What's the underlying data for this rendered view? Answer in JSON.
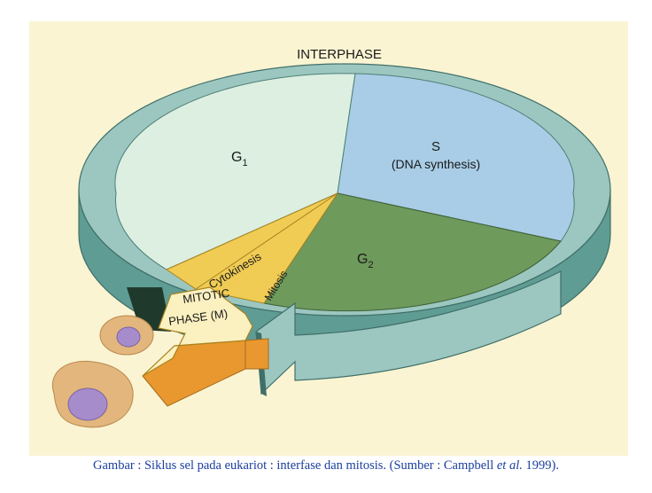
{
  "diagram": {
    "ring_label": "INTERPHASE",
    "phases": {
      "g1": {
        "label": "G",
        "sub": "1"
      },
      "s": {
        "label": "S",
        "sublabel": "(DNA synthesis)"
      },
      "g2": {
        "label": "G",
        "sub": "2"
      }
    },
    "mitotic": {
      "cytokinesis": "Cytokinesis",
      "mitosis": "Mitosis",
      "phase_line1": "MITOTIC",
      "phase_line2": "PHASE (M)"
    },
    "colors": {
      "background": "#faf4d2",
      "ring_top": "#9cc7c0",
      "ring_side": "#5f9c93",
      "g1": "#dcefe0",
      "s": "#a9cde6",
      "g2": "#6e9a5c",
      "mitotic": "#f0cc55",
      "arrow_top": "#fbf0c0",
      "arrow_side": "#e8982e",
      "caption": "#1c3f9e"
    }
  },
  "caption": {
    "text_before": "Gambar : Siklus sel pada eukariot : interfase dan mitosis. (Sumber : Campbell ",
    "italic": "et al.",
    "text_after": " 1999)."
  }
}
